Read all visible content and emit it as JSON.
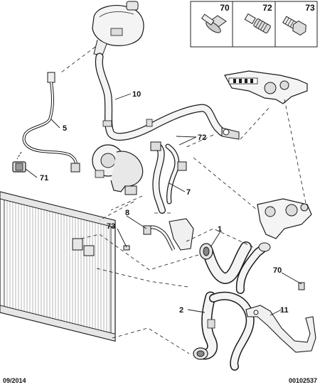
{
  "fasteners": [
    {
      "label": "70",
      "icon": "flange-bolt-icon"
    },
    {
      "label": "72",
      "icon": "socket-screw-icon"
    },
    {
      "label": "73",
      "icon": "hex-bolt-icon"
    }
  ],
  "callouts": {
    "c10": "10",
    "c5": "5",
    "c72": "72",
    "c71": "71",
    "c7": "7",
    "c8": "8",
    "c73": "73",
    "c1": "1",
    "c70": "70",
    "c2": "2",
    "c11": "11"
  },
  "footer": {
    "date": "09/2014",
    "ref": "00102537"
  },
  "colors": {
    "line": "#1a1a1a",
    "part_fill": "#f4f4f4",
    "shade": "#bdbdbd",
    "accent_tab": "#e6e6e6"
  }
}
